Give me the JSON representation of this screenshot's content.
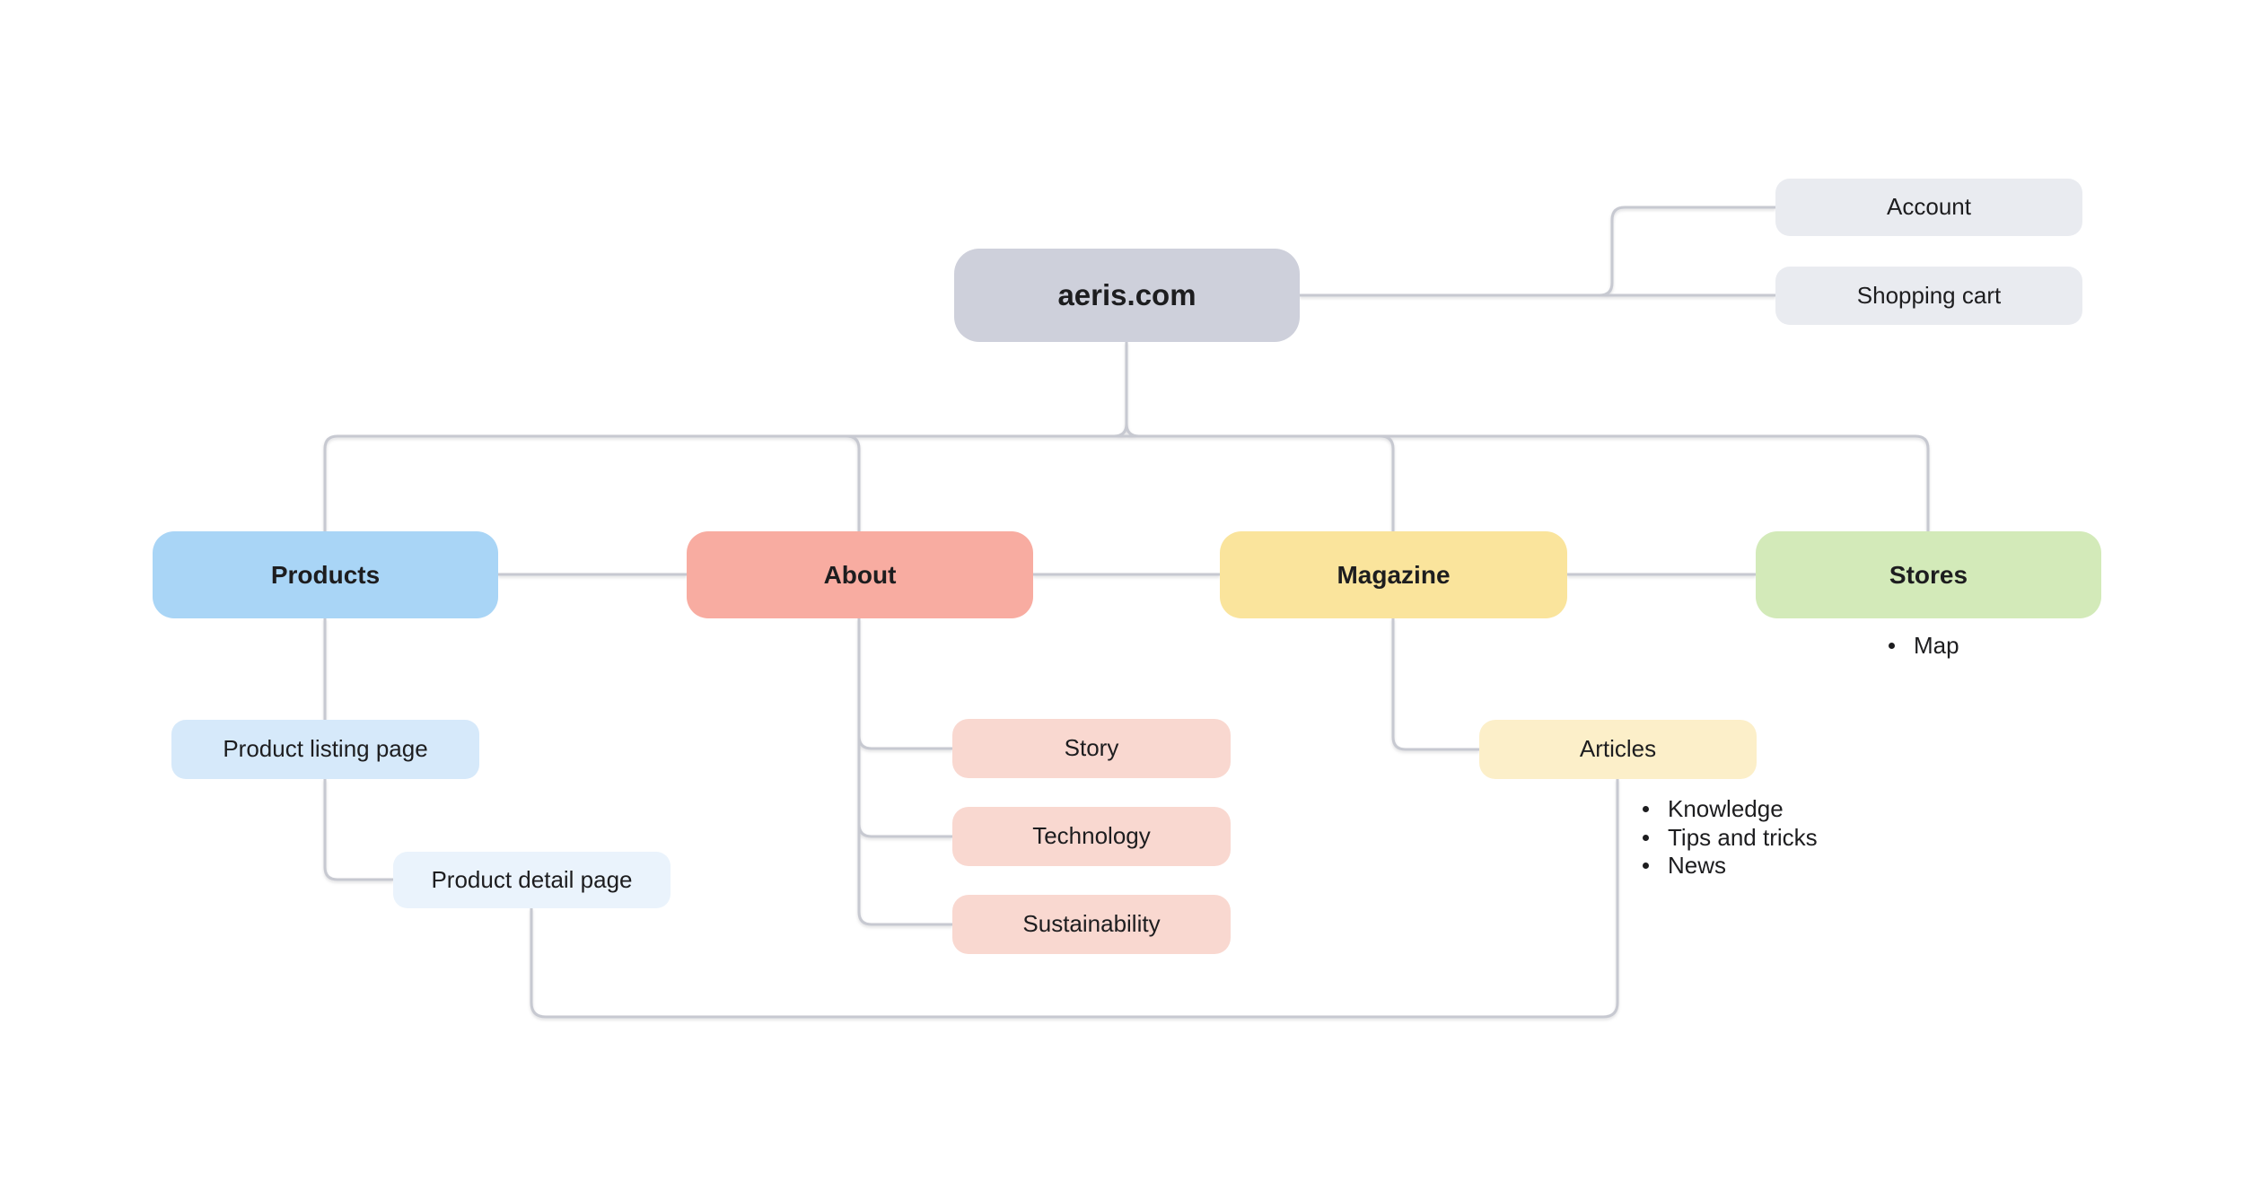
{
  "nodes": {
    "root": {
      "label": "aeris.com"
    },
    "account": {
      "label": "Account"
    },
    "shopping_cart": {
      "label": "Shopping cart"
    },
    "products": {
      "label": "Products"
    },
    "about": {
      "label": "About"
    },
    "magazine": {
      "label": "Magazine"
    },
    "stores": {
      "label": "Stores",
      "bullets": [
        "Map"
      ]
    },
    "product_listing": {
      "label": "Product listing page"
    },
    "product_detail": {
      "label": "Product detail page"
    },
    "story": {
      "label": "Story"
    },
    "technology": {
      "label": "Technology"
    },
    "sustainability": {
      "label": "Sustainability"
    },
    "articles": {
      "label": "Articles",
      "bullets": [
        "Knowledge",
        "Tips and tricks",
        "News"
      ]
    }
  },
  "colors": {
    "root_fill": "#ced0db",
    "utility_fill": "#e9ebf0",
    "products_fill": "#a9d5f6",
    "product_listing_fill": "#d6e9fa",
    "product_detail_fill": "#eaf3fc",
    "about_fill": "#f8aca1",
    "about_child_fill": "#f9d8d0",
    "magazine_fill": "#fae49c",
    "articles_fill": "#fcefc9",
    "stores_fill": "#d3eab9",
    "connector_stroke": "#c7c9d1",
    "text": "#1d1d1f",
    "background": "#ffffff"
  }
}
